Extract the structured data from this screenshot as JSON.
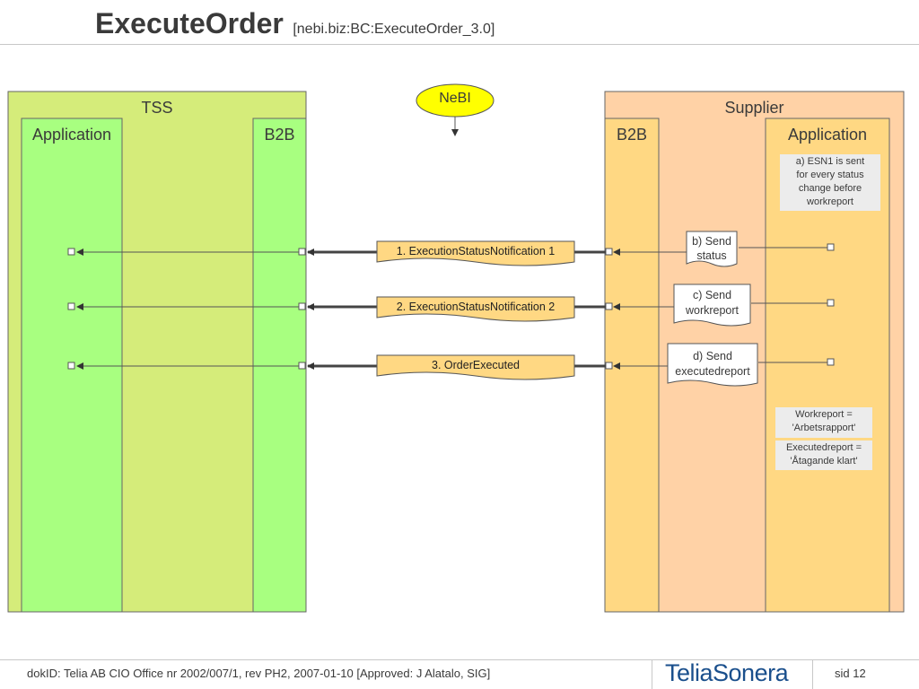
{
  "title": {
    "main": "ExecuteOrder",
    "id": "[nebi.biz:BC:ExecuteOrder_3.0]"
  },
  "tss": {
    "label": "TSS",
    "application": "Application",
    "b2b": "B2B"
  },
  "supplier": {
    "label": "Supplier",
    "b2b": "B2B",
    "application": "Application"
  },
  "nebi": {
    "label": "NeBI"
  },
  "messages": [
    {
      "label": "1. ExecutionStatusNotification 1"
    },
    {
      "label": "2. ExecutionStatusNotification 2"
    },
    {
      "label": "3. OrderExecuted"
    }
  ],
  "documents": [
    {
      "line1": "b) Send",
      "line2": "status"
    },
    {
      "line1": "c) Send",
      "line2": "workreport"
    },
    {
      "line1": "d) Send",
      "line2": "executedreport"
    }
  ],
  "notes": {
    "esn1": [
      "a) ESN1 is sent",
      "for every status",
      "change before",
      "workreport"
    ],
    "workreport": [
      "Workreport =",
      "'Arbetsrapport'"
    ],
    "executedreport": [
      "Executedreport =",
      "'Åtagande klart'"
    ]
  },
  "footer": {
    "doc_id": "dokID: Telia AB CIO Office nr 2002/007/1, rev PH2, 2007-01-10  [Approved: J Alatalo, SIG]",
    "brand": "TeliaSonera",
    "page": "sid 12"
  },
  "colors": {
    "tss_outer": "#d5ec7a",
    "tss_inner": "#a8ff80",
    "supplier_outer": "#ffd2a6",
    "supplier_inner": "#ffd883",
    "message_box": "#ffd883",
    "nebi_fill": "#ffff00",
    "brand_blue": "#1a4f8c"
  }
}
